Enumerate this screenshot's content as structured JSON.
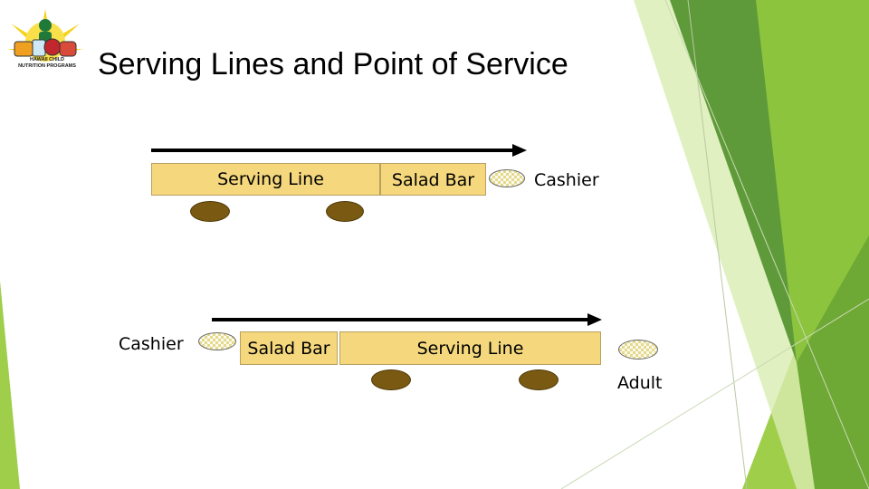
{
  "title": "Serving Lines and Point of Service",
  "logo": {
    "line1": "HAWAII CHILD",
    "line2": "NUTRITION PROGRAMS"
  },
  "diagram_top": {
    "serving_line": "Serving Line",
    "salad_bar": "Salad Bar",
    "cashier": "Cashier"
  },
  "diagram_bottom": {
    "cashier": "Cashier",
    "salad_bar": "Salad Bar",
    "serving_line": "Serving Line",
    "adult": "Adult"
  },
  "colors": {
    "accent_green": "#8dc63f",
    "dark_green": "#4e8c2a",
    "box_fill": "#f5d87d",
    "server_brown": "#7a5a12"
  }
}
